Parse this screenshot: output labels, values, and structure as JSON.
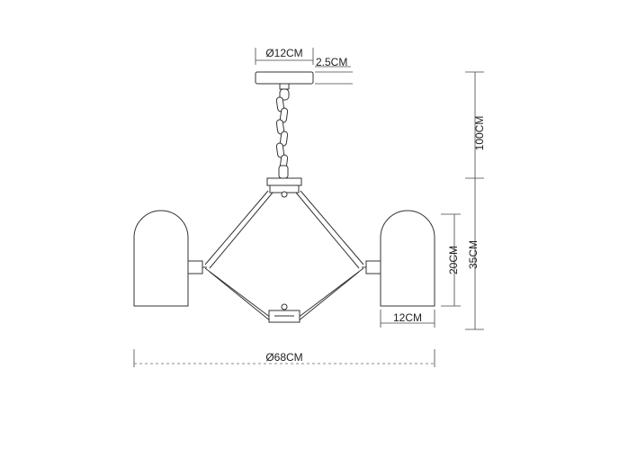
{
  "dimensions": {
    "canopy_diameter": "Ø12CM",
    "canopy_height": "2.5CM",
    "chain_length": "100CM",
    "body_height": "35CM",
    "shade_height": "20CM",
    "shade_width": "12CM",
    "overall_diameter": "Ø68CM"
  }
}
